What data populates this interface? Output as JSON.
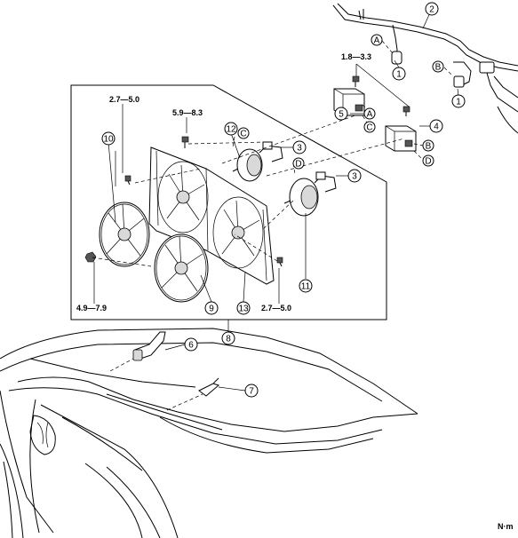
{
  "callouts": {
    "c1a": "1",
    "c1b": "1",
    "c2": "2",
    "c3a": "3",
    "c3b": "3",
    "c4": "4",
    "c5": "5",
    "c6": "6",
    "c7": "7",
    "c8": "8",
    "c9": "9",
    "c10": "10",
    "c11": "11",
    "c12": "12",
    "c13": "13"
  },
  "letters": {
    "A1": "A",
    "A2": "A",
    "B1": "B",
    "B2": "B",
    "C1": "C",
    "C2": "C",
    "D1": "D",
    "D2": "D"
  },
  "torque_specs": {
    "t_1_8_3_3": "1.8—3.3",
    "t_2_7_5_0_top": "2.7—5.0",
    "t_5_9_8_3": "5.9—8.3",
    "t_4_9_7_9": "4.9—7.9",
    "t_2_7_5_0_bottom": "2.7—5.0"
  },
  "unit_label": "N·m"
}
